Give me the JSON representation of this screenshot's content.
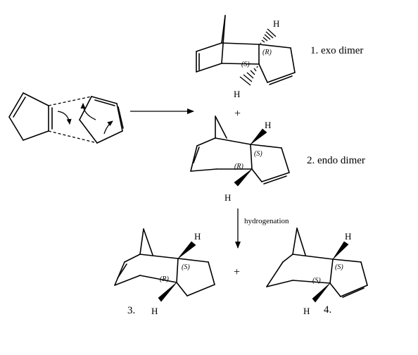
{
  "labels": {
    "exo": "1. exo dimer",
    "endo": "2. endo dimer",
    "hydrogenation": "hydrogenation",
    "num3": "3.",
    "num4": "4.",
    "plus": "+",
    "H": "H",
    "R": "(R)",
    "S": "(S)"
  }
}
